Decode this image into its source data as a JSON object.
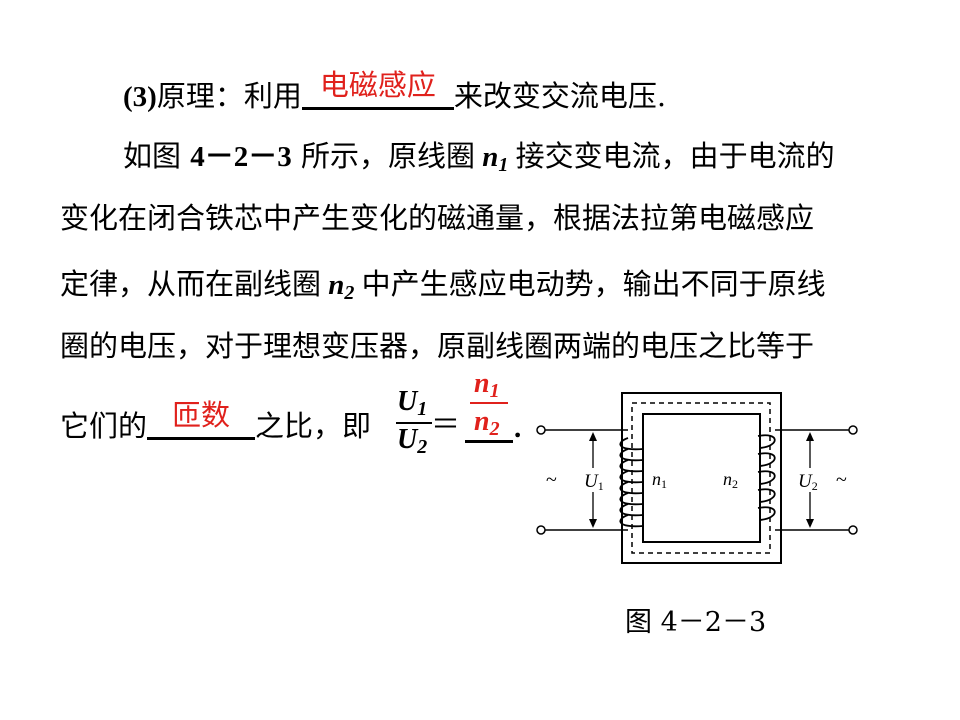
{
  "item3": {
    "prefix": "(3)",
    "label": "原理：利用",
    "answer": "电磁感应",
    "suffix": "来改变交流电压."
  },
  "para": {
    "l1_a": "如图",
    "l1_fig": "4－2－3",
    "l1_b": "所示，原线圈",
    "n": "n",
    "sub1": "1",
    "sub2": "2",
    "l1_c": "接交变电流，由于电流的",
    "l2": "变化在闭合铁芯中产生变化的磁通量，根据法拉第电磁感应",
    "l3_a": "定律，从而在副线圈",
    "l3_b": "中产生感应电动势，输出不同于原线",
    "l4": "圈的电压，对于理想变压器，原副线圈两端的电压之比等于",
    "l5_a": "它们的",
    "l5_answer": "匝数",
    "l5_b": "之比，即",
    "eq": "＝",
    "period": "."
  },
  "formula": {
    "U": "U",
    "sub1": "1",
    "sub2": "2",
    "ans_num_var": "n",
    "ans_num_sub": "1",
    "ans_den_var": "n",
    "ans_den_sub": "2"
  },
  "figure": {
    "tilde_left": "~",
    "tilde_right": "~",
    "U": "U",
    "n": "n",
    "sub1": "1",
    "sub2": "2",
    "caption": "图 4－2－3"
  },
  "colors": {
    "answer": "#e0211c",
    "text": "#000000"
  }
}
